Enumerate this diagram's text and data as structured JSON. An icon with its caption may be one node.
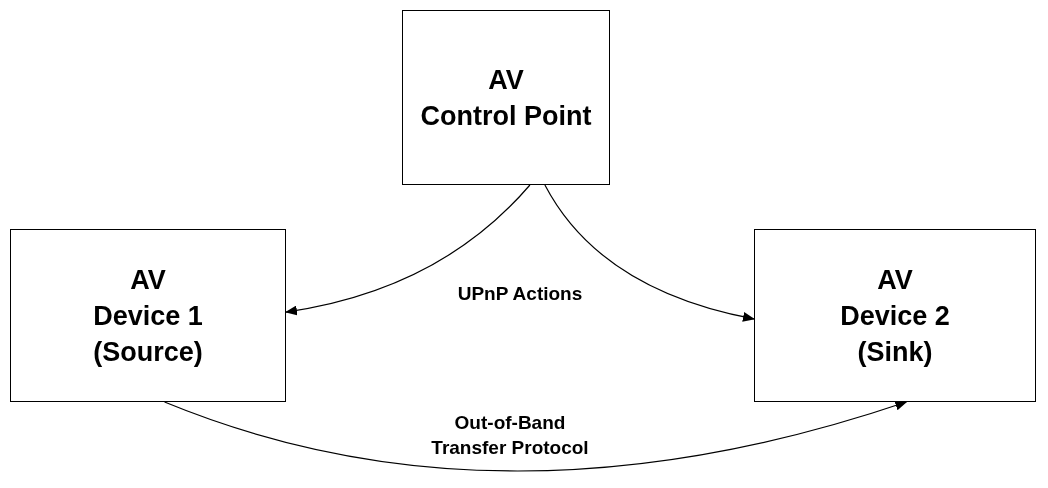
{
  "diagram": {
    "nodes": [
      {
        "text": [
          "AV",
          "Control Point"
        ]
      },
      {
        "text": [
          "AV",
          "Device 1 (Source)"
        ]
      },
      {
        "text": [
          "AV",
          "Device 2 (Sink)"
        ]
      }
    ],
    "edges": [
      {
        "from": 0,
        "to": 1,
        "arrow": "to"
      },
      {
        "from": 0,
        "to": 2,
        "arrow": "to"
      },
      {
        "from": 1,
        "to": 2,
        "arrow": "to",
        "label": "Out-of-Band Transfer Protocol"
      }
    ],
    "labels": [
      "UPnP Actions"
    ]
  }
}
